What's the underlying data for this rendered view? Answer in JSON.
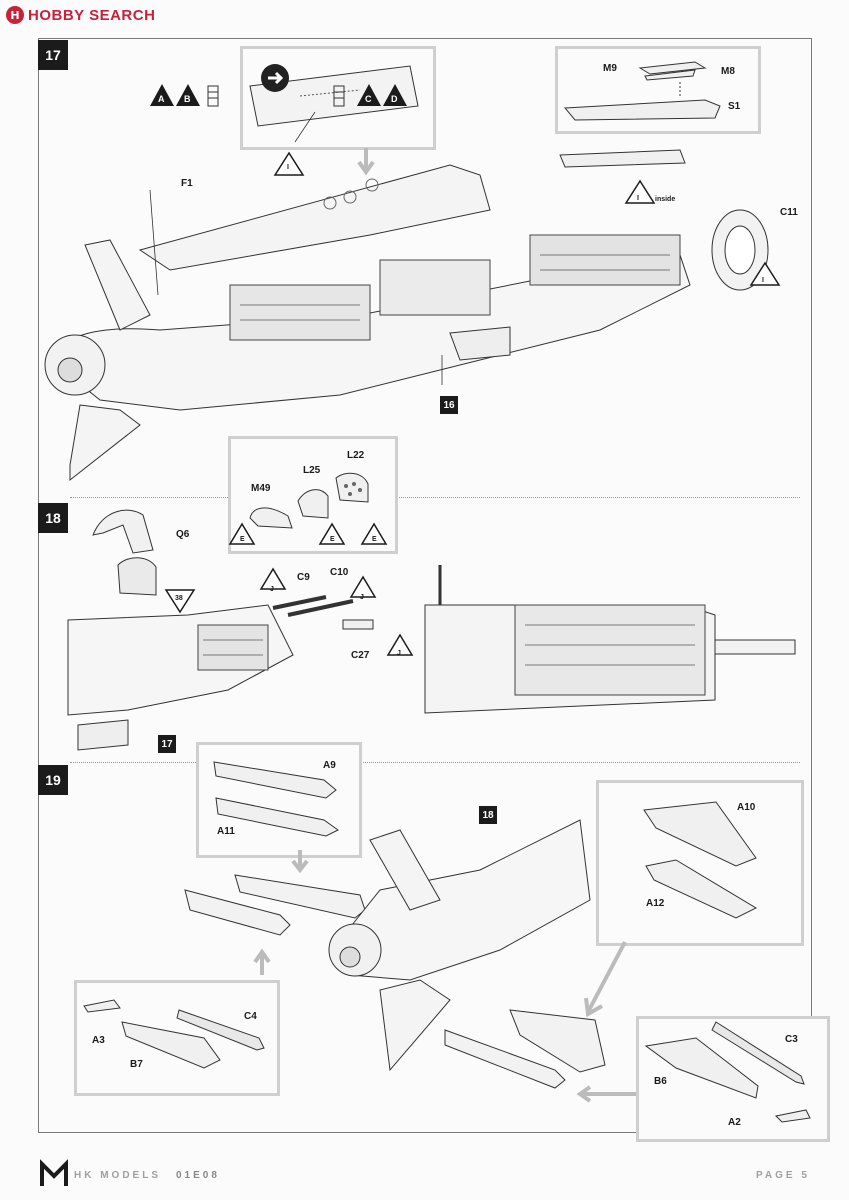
{
  "header": {
    "site_logo_text": "HOBBY SEARCH",
    "logo_mark": "H"
  },
  "steps": {
    "s17": {
      "number": "17",
      "ref": "16",
      "labels": {
        "F1": "F1",
        "C11": "C11",
        "M9": "M9",
        "M8": "M8",
        "S1": "S1",
        "inside": "inside"
      },
      "tri_A": "A",
      "tri_B": "B",
      "tri_C": "C",
      "tri_D": "D",
      "tri_I1": "I",
      "tri_I2": "I",
      "tri_I3": "I"
    },
    "s18": {
      "number": "18",
      "ref": "17",
      "ref_num": "38",
      "labels": {
        "Q6": "Q6",
        "M49": "M49",
        "L25": "L25",
        "L22": "L22",
        "C9": "C9",
        "C10": "C10",
        "C27": "C27"
      },
      "tri_E": "E",
      "tri_J": "J"
    },
    "s19": {
      "number": "19",
      "ref": "18",
      "labels": {
        "A9": "A9",
        "A11": "A11",
        "A10": "A10",
        "A12": "A12",
        "C4": "C4",
        "A3": "A3",
        "B7": "B7",
        "C3": "C3",
        "B6": "B6",
        "A2": "A2"
      }
    }
  },
  "footer": {
    "brand": "HK MODELS",
    "kit_code": "01E08",
    "page": "PAGE 5"
  }
}
